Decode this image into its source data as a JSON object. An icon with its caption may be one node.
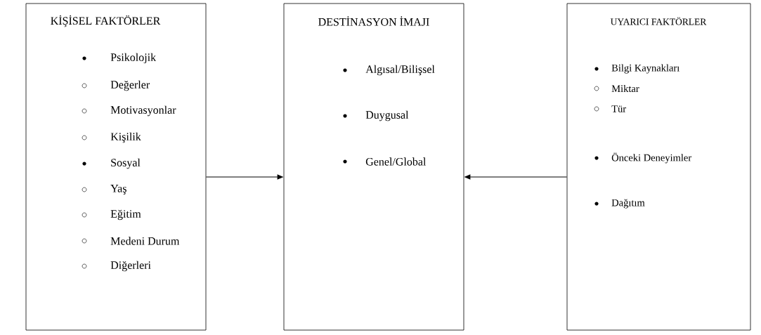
{
  "diagram": {
    "nodes": [
      {
        "text": [
          "KİŞİSEL FAKTÖRLER",
          "Psikolojik",
          "Değerler",
          "Motivasyonlar",
          "Kişilik",
          "Sosyal",
          "Yaş",
          "Eğitim",
          "Medeni Durum",
          "Diğerleri"
        ]
      },
      {
        "text": [
          "DESTİNASYON İMAJI",
          "Algısal/Bilişsel",
          "Duygusal",
          "Genel/Global"
        ]
      },
      {
        "text": [
          "UYARICI FAKTÖRLER",
          "Bilgi Kaynakları",
          "Miktar",
          "Tür",
          "Önceki Deneyimler",
          "Dağıtım"
        ]
      }
    ],
    "edges": [
      {
        "from": 0,
        "to": 1,
        "arrow": "to"
      },
      {
        "from": 2,
        "to": 1,
        "arrow": "to"
      }
    ]
  }
}
